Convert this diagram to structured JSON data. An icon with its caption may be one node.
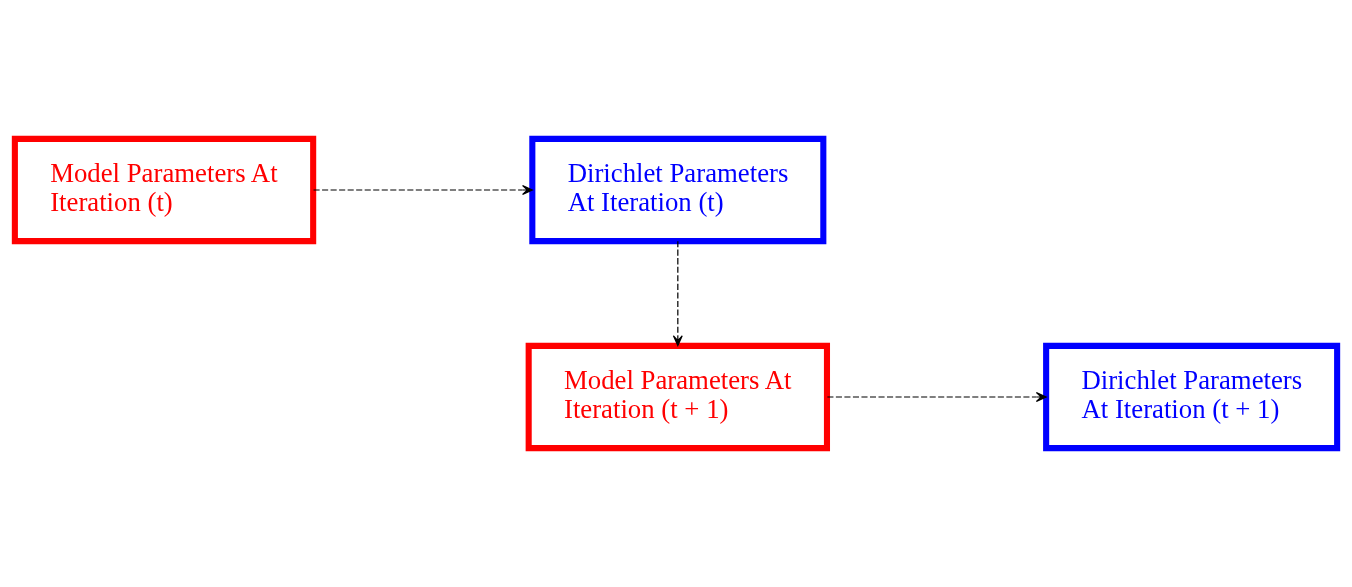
{
  "diagram": {
    "nodes": [
      {
        "text": [
          "Model Parameters At Iteration (t)"
        ]
      },
      {
        "text": [
          "Dirichlet Parameters At Iteration (t)"
        ]
      },
      {
        "text": [
          "Model Parameters At Iteration (t + 1)"
        ]
      },
      {
        "text": [
          "Dirichlet Parameters At Iteration (t + 1)"
        ]
      }
    ],
    "edges": [
      {
        "from": 0,
        "to": 1,
        "arrow": "to",
        "style": "dashed"
      },
      {
        "from": 1,
        "to": 2,
        "arrow": "to",
        "style": "dashed"
      },
      {
        "from": 2,
        "to": 3,
        "arrow": "to",
        "style": "dashed"
      }
    ]
  }
}
